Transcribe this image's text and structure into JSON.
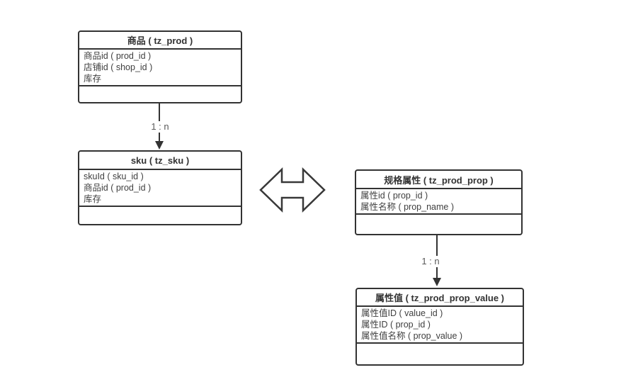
{
  "diagram": {
    "background": "#ffffff",
    "colors": {
      "box_border": "#333333",
      "box_fill": "#ffffff",
      "title_text": "#333333",
      "field_text": "#3f3f3f",
      "edge": "#333333",
      "edge_label_text": "#595959"
    },
    "entities": [
      {
        "id": "prod",
        "title": "商品 ( tz_prod )",
        "fields": [
          "商品id ( prod_id )",
          "店铺id ( shop_id )",
          "库存"
        ]
      },
      {
        "id": "sku",
        "title": "sku ( tz_sku )",
        "fields": [
          "skuId ( sku_id )",
          "商品id ( prod_id )",
          "库存"
        ]
      },
      {
        "id": "prod_prop",
        "title": "规格属性 ( tz_prod_prop )",
        "fields": [
          "属性id ( prop_id )",
          "属性名称 ( prop_name )"
        ]
      },
      {
        "id": "prod_prop_value",
        "title": "属性值 ( tz_prod_prop_value )",
        "fields": [
          "属性值ID ( value_id )",
          "属性ID ( prop_id )",
          "属性值名称 ( prop_value )"
        ]
      }
    ],
    "connectors": [
      {
        "from": "prod",
        "to": "sku",
        "label": "1 : n"
      },
      {
        "from": "prod_prop",
        "to": "prod_prop_value",
        "label": "1 : n"
      }
    ],
    "relation_icon": "double-horizontal-arrow"
  }
}
